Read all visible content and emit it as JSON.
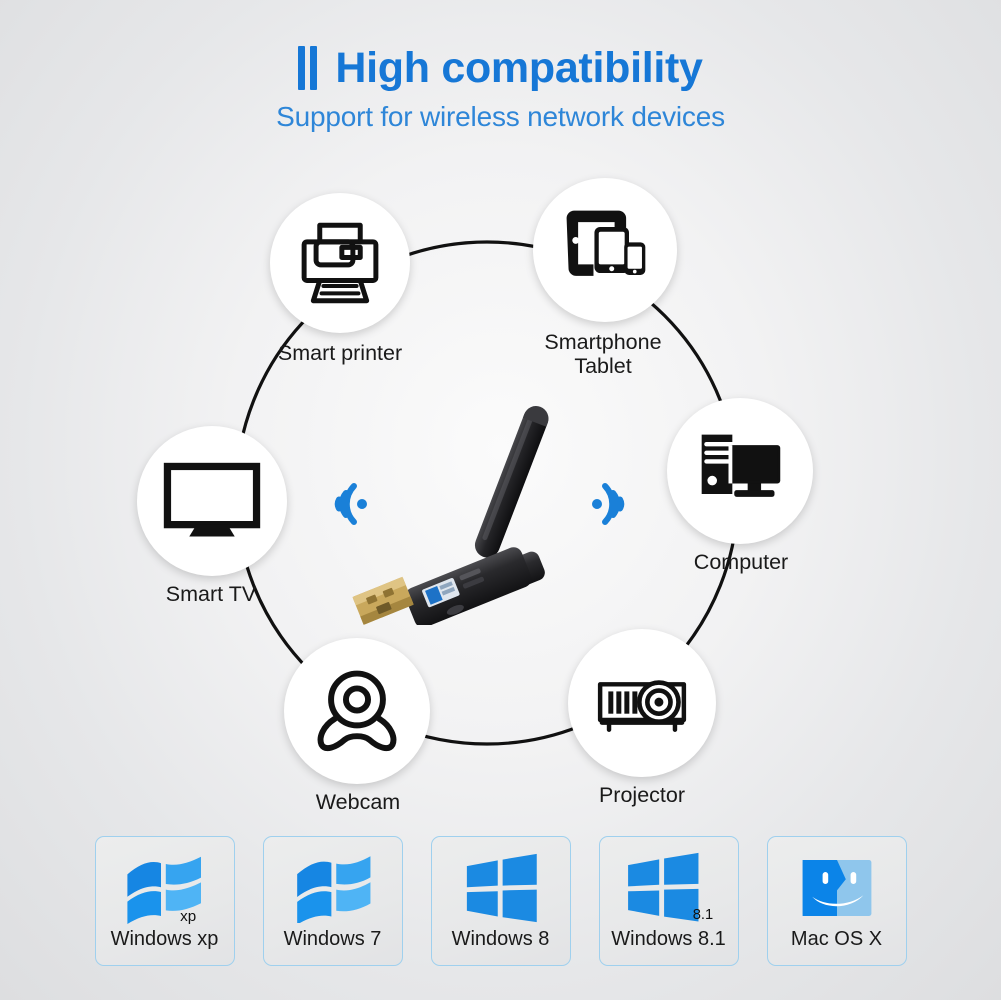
{
  "header": {
    "title": "High compatibility",
    "subtitle": "Support for wireless network devices",
    "accent_color": "#1677d6",
    "subtitle_color": "#2e86d8",
    "bars_icon": "double-bar-icon"
  },
  "diagram": {
    "center_product": "usb-wifi-adapter",
    "signal_left_icon": "wifi-signal-left-icon",
    "signal_right_icon": "wifi-signal-right-icon",
    "signal_color": "#1a80d8",
    "ring_color": "#111111",
    "nodes": [
      {
        "id": "smart-printer",
        "label": "Smart printer",
        "label2": "",
        "icon": "printer-icon"
      },
      {
        "id": "smartphone-tablet",
        "label": "Smartphone",
        "label2": "Tablet",
        "icon": "smartphone-tablet-icon"
      },
      {
        "id": "computer",
        "label": "Computer",
        "label2": "",
        "icon": "desktop-computer-icon"
      },
      {
        "id": "projector",
        "label": "Projector",
        "label2": "",
        "icon": "projector-icon"
      },
      {
        "id": "webcam",
        "label": "Webcam",
        "label2": "",
        "icon": "webcam-icon"
      },
      {
        "id": "smart-tv",
        "label": "Smart TV",
        "label2": "",
        "icon": "television-icon"
      }
    ]
  },
  "os_support": {
    "items": [
      {
        "id": "windows-xp",
        "name": "Windows xp",
        "icon": "windows-xp-logo-icon",
        "badge": "xp"
      },
      {
        "id": "windows-7",
        "name": "Windows 7",
        "icon": "windows-7-logo-icon",
        "badge": ""
      },
      {
        "id": "windows-8",
        "name": "Windows 8",
        "icon": "windows-8-logo-icon",
        "badge": ""
      },
      {
        "id": "windows-81",
        "name": "Windows 8.1",
        "icon": "windows-81-logo-icon",
        "badge": "8.1"
      },
      {
        "id": "mac-os-x",
        "name": "Mac OS X",
        "icon": "mac-finder-logo-icon",
        "badge": ""
      }
    ],
    "border_color": "#9fd0ee",
    "logo_color": "#1b8ae2"
  }
}
